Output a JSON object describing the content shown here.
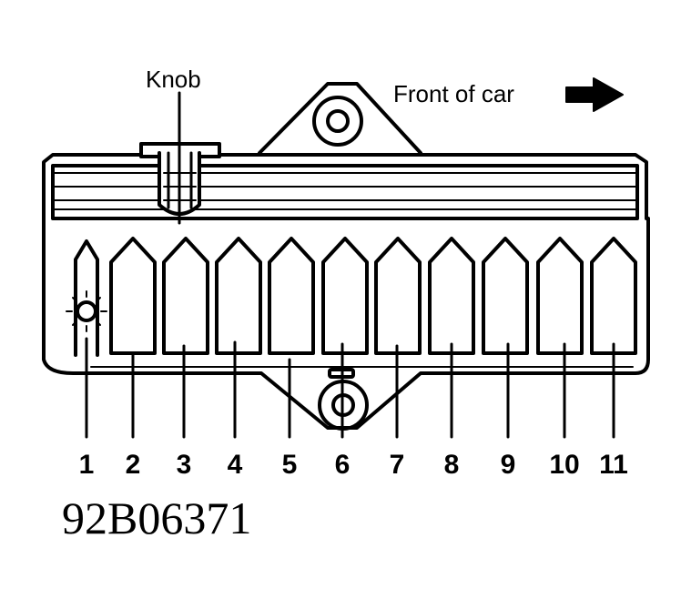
{
  "labels": {
    "knob": "Knob",
    "front": "Front of car",
    "figure_id": "92B06371"
  },
  "fuse_numbers": [
    "1",
    "2",
    "3",
    "4",
    "5",
    "6",
    "7",
    "8",
    "9",
    "10",
    "11"
  ],
  "colors": {
    "ink": "#000000",
    "paper": "#ffffff"
  }
}
